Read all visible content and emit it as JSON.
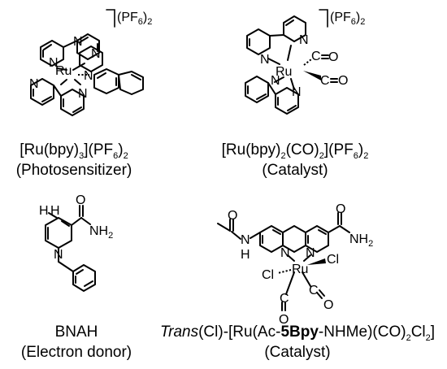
{
  "structures": [
    {
      "id": "ru-bpy3",
      "formula": {
        "a": "[Ru(bpy)",
        "s1": "3",
        "b": "](PF",
        "s2": "6",
        "c": ")",
        "s3": "2"
      },
      "role": "(Photosensitizer)",
      "metal": "Ru",
      "counterion": {
        "a": "(PF",
        "s1": "6",
        "b": ")",
        "s2": "2"
      },
      "atoms": [
        "N",
        "N",
        "N",
        "N",
        "N",
        "N"
      ]
    },
    {
      "id": "ru-bpy2-co2",
      "formula": {
        "a": "[Ru(bpy)",
        "s1": "2",
        "b": "(CO)",
        "s2": "2",
        "c": "](PF",
        "s3": "6",
        "d": ")",
        "s4": "2"
      },
      "role": "(Catalyst)",
      "metal": "Ru",
      "counterion": {
        "a": "(PF",
        "s1": "6",
        "b": ")",
        "s2": "2"
      },
      "atoms": [
        "N",
        "N",
        "N",
        "N",
        "C",
        "O",
        "C",
        "O"
      ]
    },
    {
      "id": "bnah",
      "formula": {
        "a": "BNAH"
      },
      "role": "(Electron donor)",
      "atoms": {
        "h": "H",
        "h2": "H",
        "n_ring": "N",
        "o": "O",
        "nh2": "NH",
        "nh2_sub": "2"
      }
    },
    {
      "id": "trans-ru-5bpy",
      "formula": {
        "a": "Trans",
        "b": "(Cl)-[Ru(Ac-",
        "c": "5Bpy",
        "d": "-NHMe)(CO)",
        "s1": "2",
        "e": "Cl",
        "s2": "2",
        "f": "]"
      },
      "role": "(Catalyst)",
      "metal": "Ru",
      "atoms": {
        "o1": "O",
        "nh": "N",
        "h": "H",
        "n1": "N",
        "n2": "N",
        "o2": "O",
        "nh2": "NH",
        "nh2_sub": "2",
        "cl1": "Cl",
        "cl2": "Cl",
        "c1": "C",
        "ox1": "O",
        "c2": "C",
        "ox2": "O"
      }
    }
  ]
}
